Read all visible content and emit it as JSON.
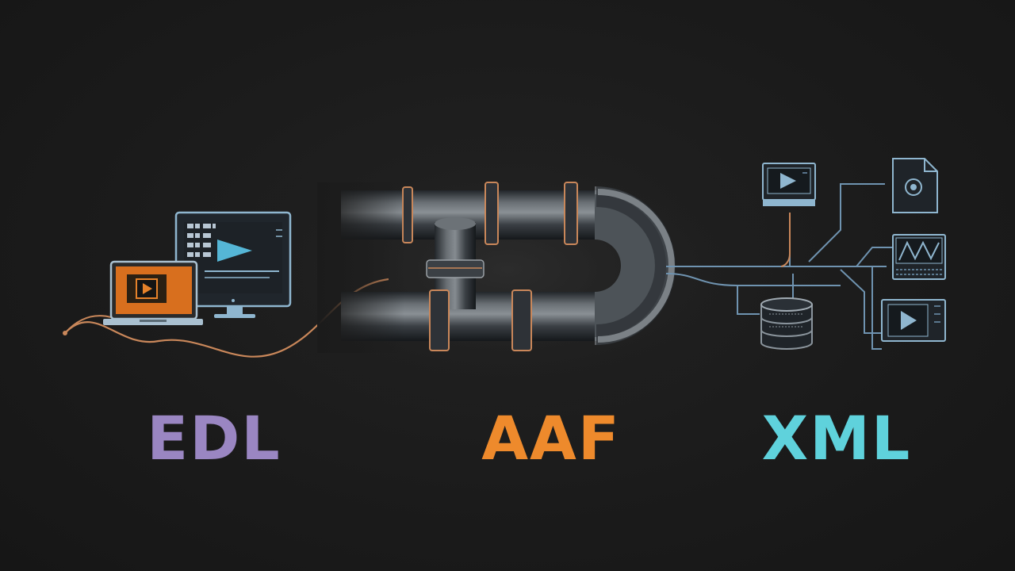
{
  "labels": {
    "edl": {
      "text": "EDL"
    },
    "aaf": {
      "text": "AAF"
    },
    "xml": {
      "text": "XML"
    }
  },
  "colors": {
    "background": "#1b1b1b",
    "edl": "#9a86c2",
    "aaf": "#ee8a2c",
    "xml": "#5fd2dc",
    "line_blue": "#6f93b0",
    "wire_orange": "#c9875a",
    "pipe": "#3a3f44"
  },
  "icons": {
    "left_group": [
      "laptop-icon",
      "monitor-icon",
      "play-icon"
    ],
    "center": [
      "pipe-icon"
    ],
    "right_group": [
      "video-monitor-icon",
      "document-icon",
      "waveform-icon",
      "database-icon",
      "player-icon"
    ]
  }
}
